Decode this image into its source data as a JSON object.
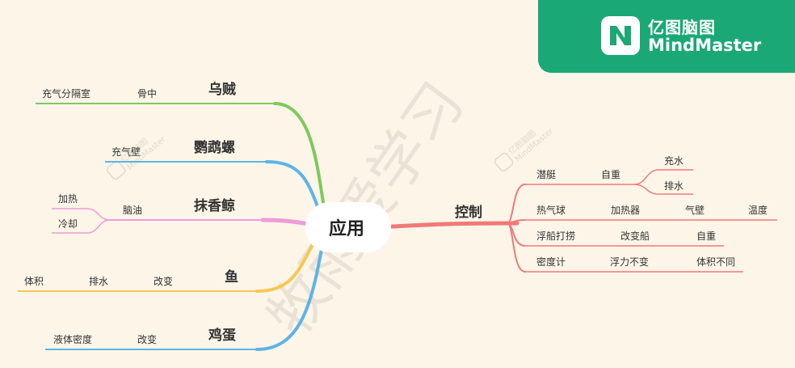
{
  "mindmap": {
    "center": "应用",
    "right": {
      "label": "控制",
      "color": "#f07a78",
      "rows": [
        {
          "items": [
            "潜艇",
            "自重"
          ],
          "sub": [
            "充水",
            "排水"
          ]
        },
        {
          "items": [
            "热气球",
            "加热器",
            "气壁",
            "温度"
          ]
        },
        {
          "items": [
            "浮船打捞",
            "改变船",
            "自重"
          ]
        },
        {
          "items": [
            "密度计",
            "浮力不变",
            "体积不同"
          ]
        }
      ]
    },
    "left": [
      {
        "label": "乌贼",
        "color": "#7dc95e",
        "items": [
          "骨中",
          "充气分隔室"
        ]
      },
      {
        "label": "鹦鹉螺",
        "color": "#5db4e6",
        "items": [
          "充气壁"
        ]
      },
      {
        "label": "抹香鲸",
        "color": "#ee9cd8",
        "items": [
          "脑油"
        ],
        "sub": [
          "加热",
          "冷却"
        ]
      },
      {
        "label": "鱼",
        "color": "#f6c752",
        "items": [
          "改变",
          "排水",
          "体积"
        ]
      },
      {
        "label": "鸡蛋",
        "color": "#5db4e6",
        "items": [
          "改变",
          "液体密度"
        ]
      }
    ]
  },
  "brand": {
    "cn": "亿图脑图",
    "en": "MindMaster",
    "icon": "mindmaster-logo-icon",
    "bg": "#1aa876"
  },
  "watermark": {
    "text": "牧雨爱学习",
    "logo_label": "亿图脑图",
    "logo_sub": "MindMaster"
  }
}
